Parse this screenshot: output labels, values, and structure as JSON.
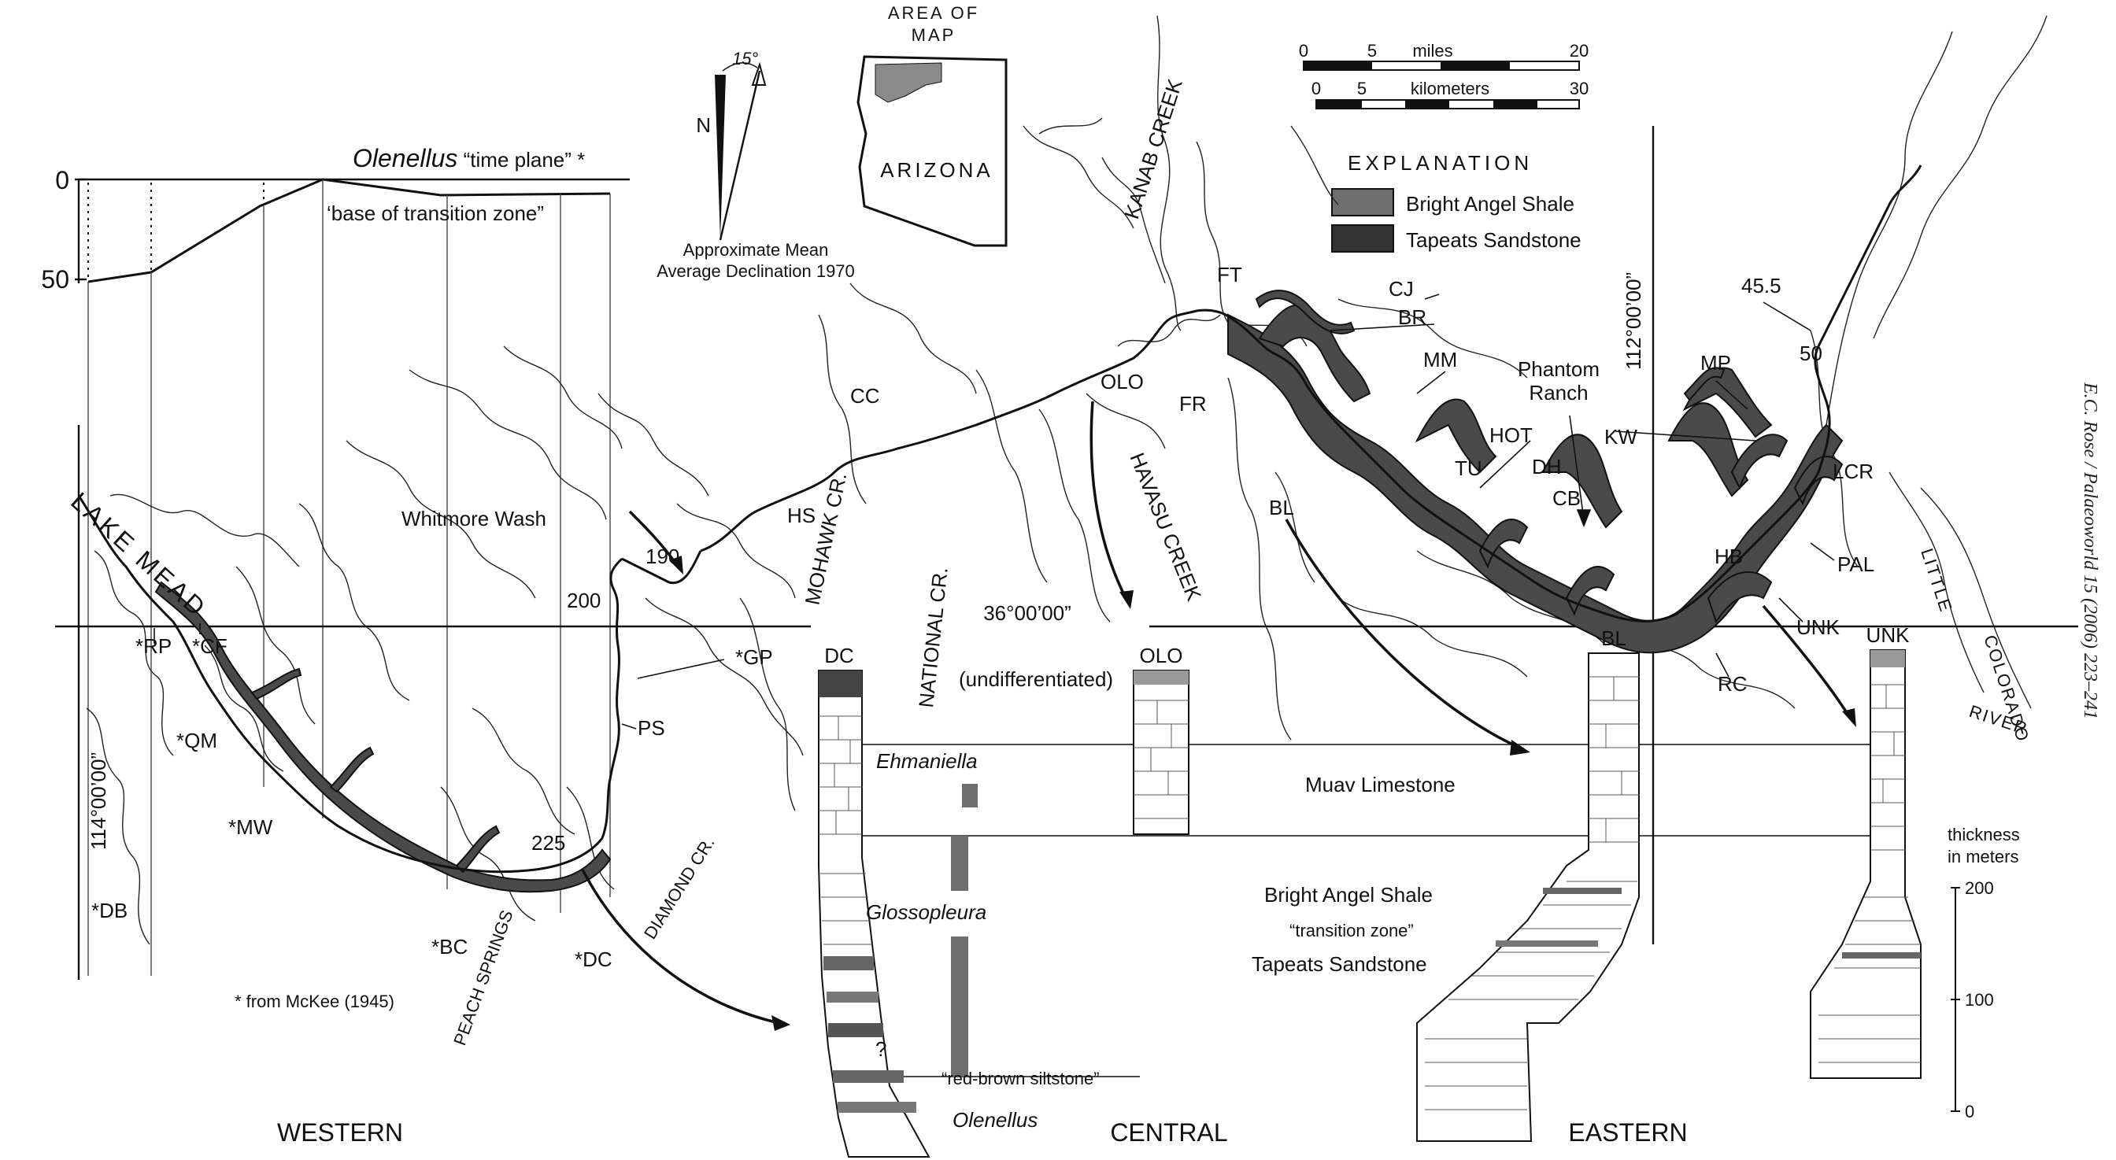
{
  "top_profile": {
    "title_prefix": "Olenellus",
    "title_suffix": " “time plane” *",
    "base_label": "‘base of transition zone”",
    "tick_0": "0",
    "tick_50": "50"
  },
  "north_arrow": {
    "north_label": "N",
    "angle_label": "15°",
    "caption_line1": "Approximate Mean",
    "caption_line2": "Average Declination 1970"
  },
  "locator": {
    "title_line1": "AREA OF",
    "title_line2": "MAP",
    "state": "ARIZONA"
  },
  "scale_bars": {
    "miles": {
      "unit": "miles",
      "ticks": [
        "0",
        "5",
        "20"
      ]
    },
    "km": {
      "unit": "kilometers",
      "ticks": [
        "0",
        "5",
        "30"
      ]
    }
  },
  "explanation": {
    "title": "EXPLANATION",
    "items": [
      {
        "label": "Bright Angel Shale",
        "color": "#6e6e6e"
      },
      {
        "label": "Tapeats Sandstone",
        "color": "#333333"
      }
    ]
  },
  "coordinates": {
    "lat": "36°00’00”",
    "lon_west": "114°00’00”",
    "lon_east": "112°00’00”"
  },
  "places": {
    "lake_mead": "LAKE MEAD",
    "whitmore": "Whitmore Wash",
    "kanab": "KANAB CREEK",
    "mohawk": "MOHAWK CR.",
    "national": "NATIONAL CR.",
    "kanab_havasu": "HAVASU CREEK",
    "peach": "PEACH SPRINGS",
    "diamond": "DIAMOND CR.",
    "phantom_line1": "Phantom",
    "phantom_line2": "Ranch",
    "little": "LITTLE",
    "colorado": "COLORADO",
    "river": "RIVER"
  },
  "river_miles": [
    "190",
    "200",
    "225",
    "45.5",
    "50"
  ],
  "sites": {
    "RP": "*RP",
    "CF": "*CF",
    "QM": "*QM",
    "MW": "*MW",
    "DB": "*DB",
    "BC": "*BC",
    "DC_west": "*DC",
    "GP": "*GP",
    "PS": "PS",
    "HS": "HS",
    "CC": "CC",
    "OLO": "OLO",
    "FT": "FT",
    "CJ": "CJ",
    "BR": "BR",
    "MM": "MM",
    "FR": "FR",
    "BL": "BL",
    "HOT": "HOT",
    "TU": "TU",
    "DH": "DH",
    "CB": "CB",
    "KW": "KW",
    "MP": "MP",
    "LCR": "LCR",
    "PAL": "PAL",
    "HB": "HB",
    "RC": "RC",
    "UNK": "UNK"
  },
  "sections": {
    "DC": "DC",
    "OLO": "OLO",
    "BL": "BL",
    "UNK": "UNK"
  },
  "stratigraphy": {
    "undiff": "(undifferentiated)",
    "ehmaniella": "Ehmaniella",
    "glossopleura": "Glossopleura",
    "redbrown_q": "?",
    "redbrown": "“red-brown siltstone”",
    "olenellus": "Olenellus",
    "muav": "Muav Limestone",
    "bright": "Bright Angel Shale",
    "transition": "“transition zone”",
    "tapeats": "Tapeats Sandstone"
  },
  "thickness": {
    "title_line1": "thickness",
    "title_line2": "in meters",
    "ticks": [
      "200",
      "100",
      "0"
    ]
  },
  "regions": [
    "WESTERN",
    "CENTRAL",
    "EASTERN"
  ],
  "footnote": "* from McKee (1945)",
  "credit": "E.C. Rose / Palaeoworld 15 (2006) 223–241"
}
